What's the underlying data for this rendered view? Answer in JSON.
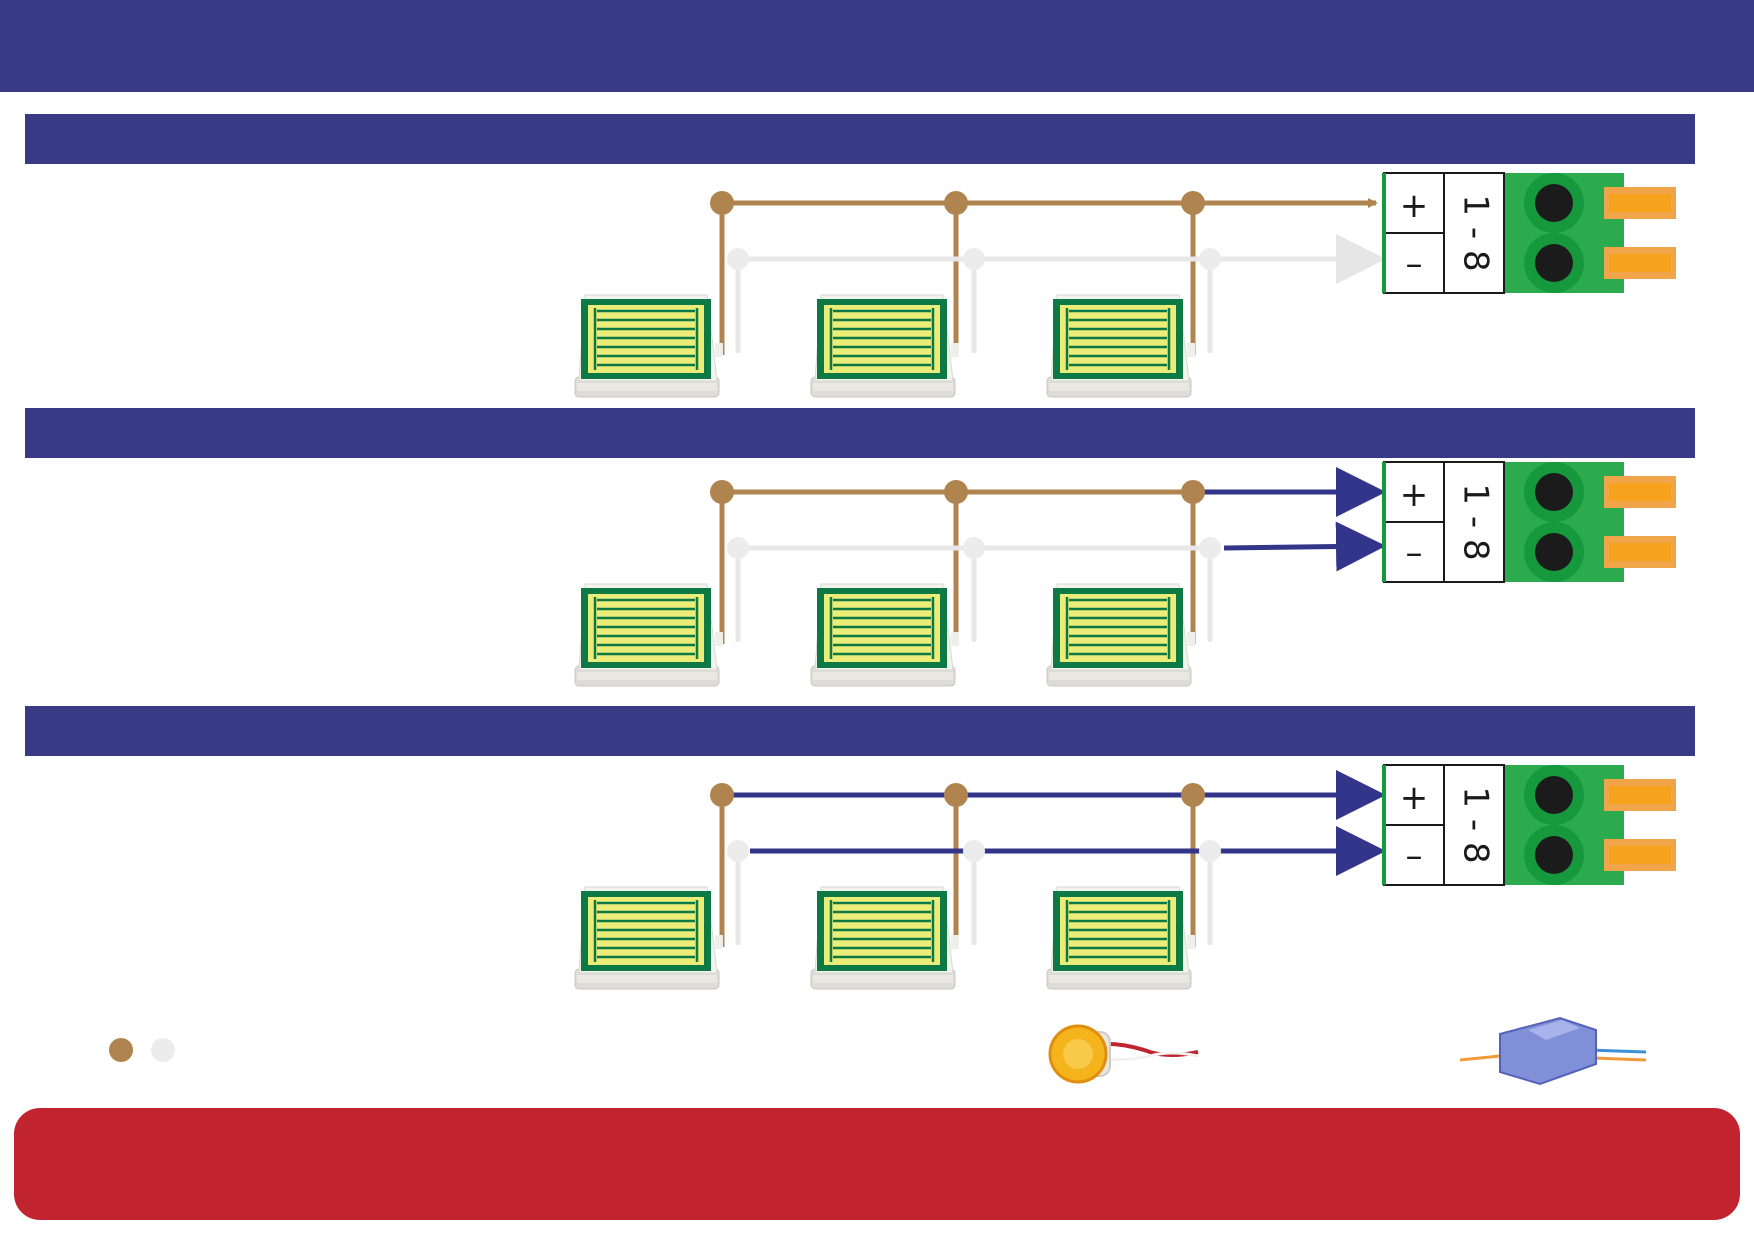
{
  "colors": {
    "navy": "#393a86",
    "wire_brown": "#b0844f",
    "wire_white": "#ececec",
    "wire_blue": "#33358a",
    "terminal_green": "#2bab4e",
    "terminal_dark_green": "#16983d",
    "pin_orange": "#f7a21c",
    "footer_red": "#c1232f",
    "sensor_pcb_green": "#0d7a46",
    "sensor_trace_yellow": "#ecec78"
  },
  "terminal": {
    "plus_symbol": "+",
    "minus_symbol": "–",
    "channel_label": "1 - 8"
  },
  "panels": [
    {
      "id": "panel-1",
      "plus_wire": "brown-direct",
      "minus_wire": "white-direct"
    },
    {
      "id": "panel-2",
      "plus_wire": "brown-to-blue",
      "minus_wire": "white-to-blue"
    },
    {
      "id": "panel-3",
      "plus_wire": "blue",
      "minus_wire": "blue"
    }
  ],
  "sensors_per_panel": 3,
  "legend": {
    "icons": [
      "brown-dot",
      "white-dot"
    ]
  },
  "connectors": [
    "yellow-gel-splice-connector-icon",
    "blue-idc-splice-connector-icon"
  ]
}
